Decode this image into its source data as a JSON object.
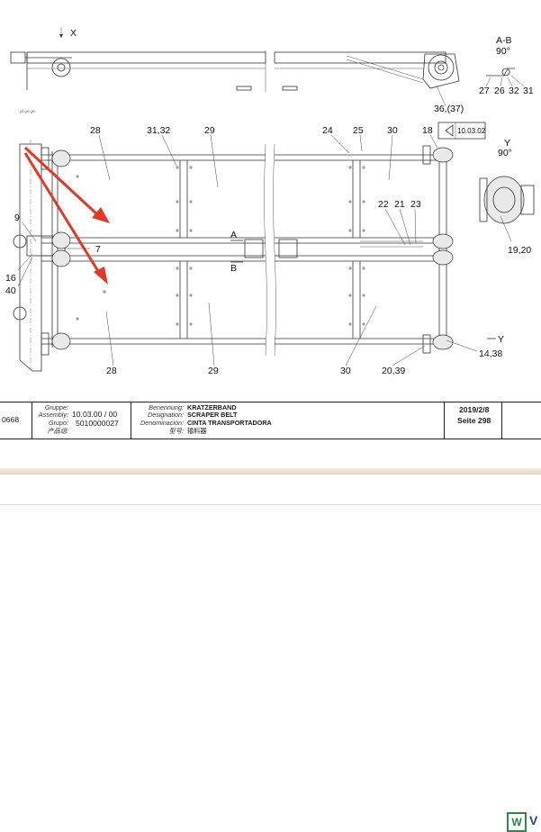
{
  "drawing": {
    "top_view_label": "X",
    "section_ab_label": "A-B",
    "section_ab_angle": "90°",
    "section_y_label": "Y",
    "section_y_angle": "90°",
    "cut_a": "A",
    "cut_b": "B",
    "cut_y": "Y",
    "reference_box": "10.03.02",
    "callouts": {
      "c28_top": "28",
      "c3132": "31,32",
      "c29_top": "29",
      "c24": "24",
      "c25": "25",
      "c30_top": "30",
      "c18": "18",
      "c9": "9",
      "c7": "7",
      "c16": "16",
      "c40": "40",
      "c22": "22",
      "c21": "21",
      "c23": "23",
      "c1920": "19,20",
      "c1438": "14,38",
      "c28_bot": "28",
      "c29_bot": "29",
      "c30_bot": "30",
      "c2039": "20,39",
      "c36": "36,(37)",
      "c27": "27",
      "c26": "26",
      "c32": "32",
      "c31": "31"
    }
  },
  "title_block": {
    "left_fragment": "0668",
    "gruppe_key": "Gruppe:",
    "assembly_key": "Assembly:",
    "grupo_key": "Grupo:",
    "chanpin_key": "产品组:",
    "assembly_value": "10.03.00 / 00",
    "grupo_value": "5010000027",
    "benennung_key": "Benennung:",
    "designation_key": "Designation:",
    "denominacion_key": "Denominación:",
    "xinghao_key": "型号:",
    "benennung_value": "KRATZERBAND",
    "designation_value": "SCRAPER BELT",
    "denominacion_value": "CINTA TRANSPORTADORA",
    "xinghao_value": "输料器",
    "date": "2019/2/8",
    "page": "Seite 298",
    "logo_letter": "W",
    "logo_tail": "V"
  }
}
